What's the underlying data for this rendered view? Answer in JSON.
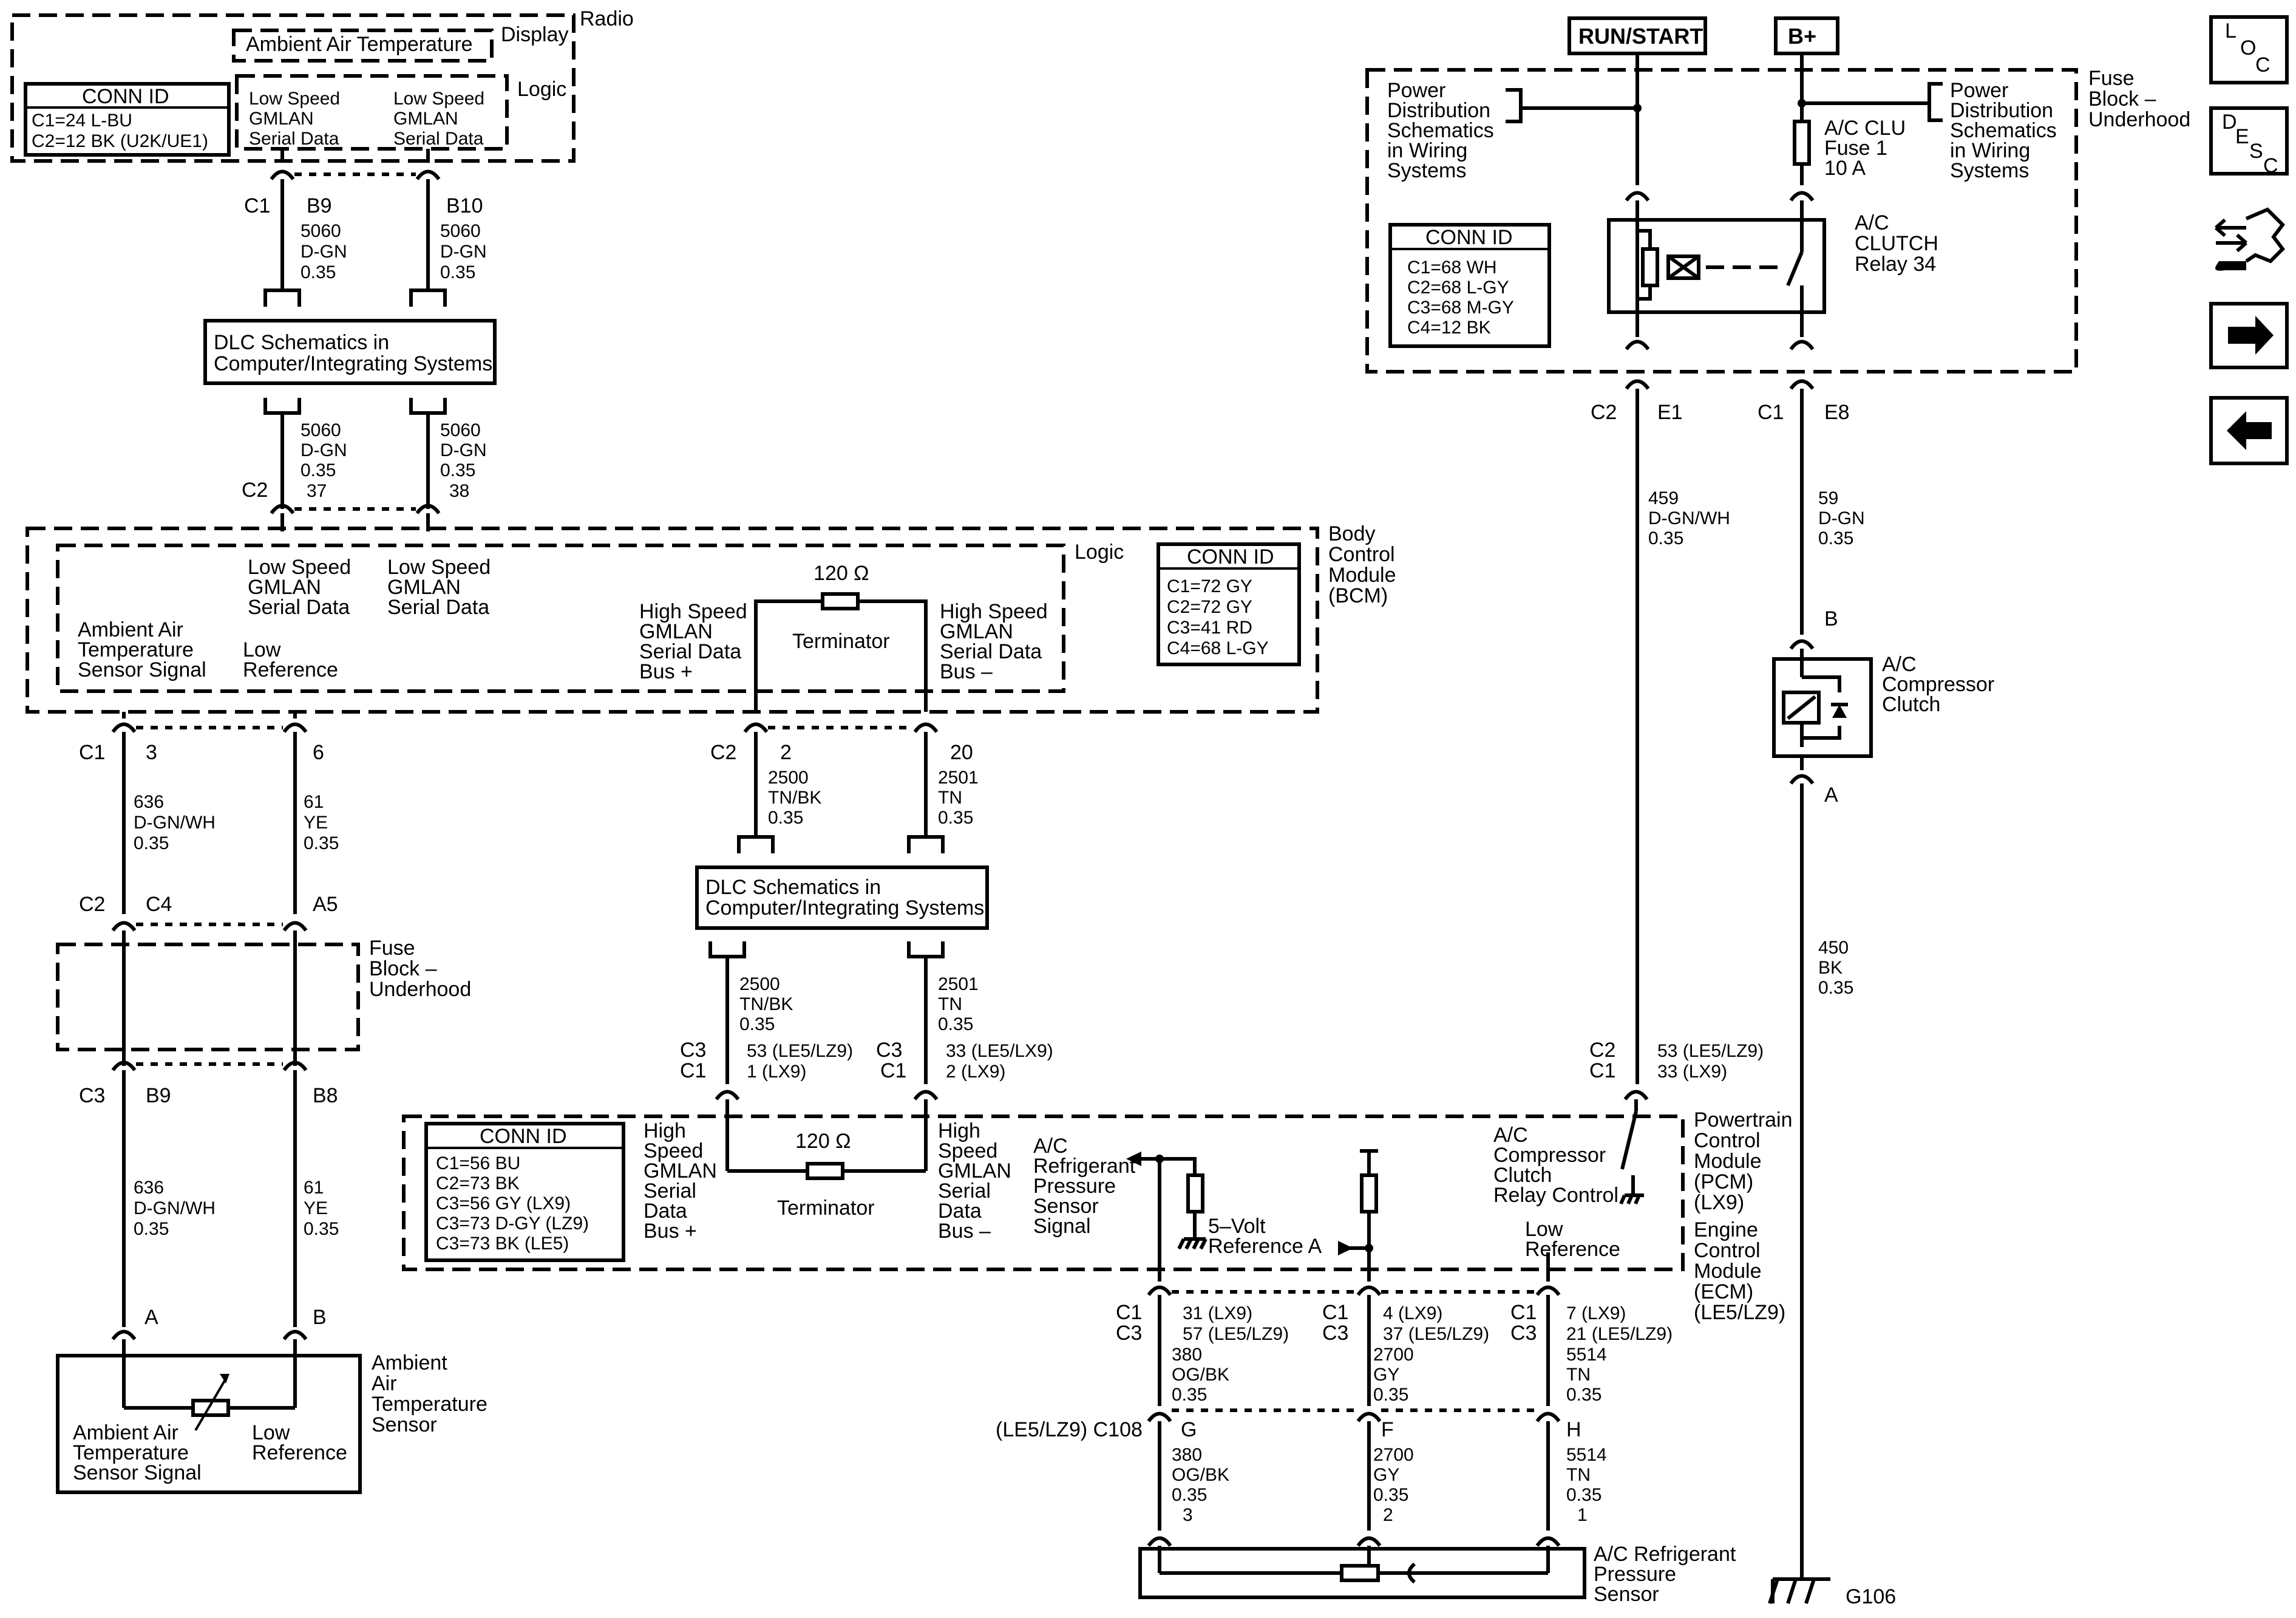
{
  "radio": {
    "title": "Radio",
    "display_label": "Display",
    "logic_label": "Logic",
    "ambient_label": "Ambient Air Temperature",
    "gmlan_left": [
      "Low Speed",
      "GMLAN",
      "Serial Data"
    ],
    "gmlan_right": [
      "Low Speed",
      "GMLAN",
      "Serial Data"
    ],
    "conn_id": {
      "header": "CONN ID",
      "rows": [
        "C1=24 L-BU",
        "C2=12 BK (U2K/UE1)"
      ]
    },
    "conn_c1": "C1",
    "pin_b9": "B9",
    "pin_b10": "B10",
    "wire_left": [
      "5060",
      "D-GN",
      "0.35"
    ],
    "wire_right": [
      "5060",
      "D-GN",
      "0.35"
    ]
  },
  "dlc_top": {
    "lines": [
      "DLC Schematics in",
      "Computer/Integrating Systems"
    ]
  },
  "dlc_top_wires": {
    "left": [
      "5060",
      "D-GN",
      "0.35"
    ],
    "right": [
      "5060",
      "D-GN",
      "0.35"
    ],
    "conn": "C2",
    "pin_left": "37",
    "pin_right": "38"
  },
  "bcm": {
    "title": [
      "Body",
      "Control",
      "Module",
      "(BCM)"
    ],
    "logic_label": "Logic",
    "gmlan_left": [
      "Low Speed",
      "GMLAN",
      "Serial Data"
    ],
    "gmlan_right": [
      "Low Speed",
      "GMLAN",
      "Serial Data"
    ],
    "ambient_signal": [
      "Ambient Air",
      "Temperature",
      "Sensor Signal"
    ],
    "low_reference": [
      "Low",
      "Reference"
    ],
    "hs_plus": [
      "High Speed",
      "GMLAN",
      "Serial Data",
      "Bus +"
    ],
    "hs_minus": [
      "High Speed",
      "GMLAN",
      "Serial Data",
      "Bus –"
    ],
    "resistor_value": "120 Ω",
    "terminator": "Terminator",
    "conn_id": {
      "header": "CONN ID",
      "rows": [
        "C1=72 GY",
        "C2=72 GY",
        "C3=41 RD",
        "C4=68 L-GY"
      ]
    }
  },
  "bcm_lower": {
    "c1": "C1",
    "pin3": "3",
    "pin6": "6",
    "wire_left": [
      "636",
      "D-GN/WH",
      "0.35"
    ],
    "wire_right": [
      "61",
      "YE",
      "0.35"
    ],
    "c2": "C2",
    "pin2": "2",
    "pin20": "20",
    "wire_hs_left": [
      "2500",
      "TN/BK",
      "0.35"
    ],
    "wire_hs_right": [
      "2501",
      "TN",
      "0.35"
    ]
  },
  "fuse_block_left": {
    "title": [
      "Fuse",
      "Block –",
      "Underhood"
    ],
    "top_conn": "C2",
    "top_c4": "C4",
    "top_a5": "A5",
    "bot_conn": "C3",
    "bot_b9": "B9",
    "bot_b8": "B8",
    "wire_left": [
      "636",
      "D-GN/WH",
      "0.35"
    ],
    "wire_right": [
      "61",
      "YE",
      "0.35"
    ]
  },
  "ambient_sensor": {
    "title": [
      "Ambient",
      "Air",
      "Temperature",
      "Sensor"
    ],
    "pin_a": "A",
    "pin_b": "B",
    "signal": [
      "Ambient Air",
      "Temperature",
      "Sensor Signal"
    ],
    "low_ref": [
      "Low",
      "Reference"
    ]
  },
  "dlc_mid": {
    "lines": [
      "DLC Schematics in",
      "Computer/Integrating Systems"
    ],
    "wire_left": [
      "2500",
      "TN/BK",
      "0.35"
    ],
    "wire_right": [
      "2501",
      "TN",
      "0.35"
    ],
    "c3_left": "C3",
    "c1_left": "C1",
    "pin_left": [
      "53 (LE5/LZ9)",
      "1 (LX9)"
    ],
    "c3_right": "C3",
    "c1_right": "C1",
    "pin_right": [
      "33 (LE5/LX9)",
      "2 (LX9)"
    ]
  },
  "pcm": {
    "title_pcm": [
      "Powertrain",
      "Control",
      "Module",
      "(PCM)",
      "(LX9)"
    ],
    "title_ecm": [
      "Engine",
      "Control",
      "Module",
      "(ECM)",
      "(LE5/LZ9)"
    ],
    "conn_id": {
      "header": "CONN ID",
      "rows": [
        "C1=56 BU",
        "C2=73 BK",
        "C3=56 GY (LX9)",
        "C3=73 D-GY (LZ9)",
        "C3=73 BK (LE5)"
      ]
    },
    "hs_plus": [
      "High",
      "Speed",
      "GMLAN",
      "Serial",
      "Data",
      "Bus +"
    ],
    "hs_minus": [
      "High",
      "Speed",
      "GMLAN",
      "Serial",
      "Data",
      "Bus –"
    ],
    "resistor_value": "120 Ω",
    "terminator": "Terminator",
    "ac_ref_signal": [
      "A/C",
      "Refrigerant",
      "Pressure",
      "Sensor",
      "Signal"
    ],
    "five_volt": [
      "5–Volt",
      "Reference A"
    ],
    "compressor_relay": [
      "A/C",
      "Compressor",
      "Clutch",
      "Relay Control"
    ],
    "low_reference": [
      "Low",
      "Reference"
    ],
    "right_c2": "C2",
    "right_c1": "C1",
    "right_pin": [
      "53 (LE5/LZ9)",
      "33 (LX9)"
    ]
  },
  "pcm_lower": {
    "c1a": "C1",
    "c3a": "C3",
    "pin_a": [
      "31 (LX9)",
      "57 (LE5/LZ9)"
    ],
    "c1b": "C1",
    "c3b": "C3",
    "pin_b": [
      "4 (LX9)",
      "37 (LE5/LZ9)"
    ],
    "c1c": "C1",
    "c3c": "C3",
    "pin_c": [
      "7 (LX9)",
      "21 (LE5/LZ9)"
    ],
    "wire_a": [
      "380",
      "OG/BK",
      "0.35"
    ],
    "wire_b": [
      "2700",
      "GY",
      "0.35"
    ],
    "wire_c": [
      "5514",
      "TN",
      "0.35"
    ],
    "c108_label": "(LE5/LZ9) C108",
    "pin_g": "G",
    "pin_f": "F",
    "pin_h": "H",
    "wire_a2": [
      "380",
      "OG/BK",
      "0.35",
      "3"
    ],
    "wire_b2": [
      "2700",
      "GY",
      "0.35",
      "2"
    ],
    "wire_c2": [
      "5514",
      "TN",
      "0.35",
      "1"
    ],
    "sensor_title": [
      "A/C Refrigerant",
      "Pressure",
      "Sensor"
    ]
  },
  "fuse_block_right": {
    "run_start": "RUN/START",
    "b_plus": "B+",
    "title": [
      "Fuse",
      "Block –",
      "Underhood"
    ],
    "power_dist_left": [
      "Power",
      "Distribution",
      "Schematics",
      "in Wiring",
      "Systems"
    ],
    "power_dist_right": [
      "Power",
      "Distribution",
      "Schematics",
      "in Wiring",
      "Systems"
    ],
    "fuse": [
      "A/C CLU",
      "Fuse 1",
      "10 A"
    ],
    "relay": [
      "A/C",
      "CLUTCH",
      "Relay 34"
    ],
    "conn_id": {
      "header": "CONN ID",
      "rows": [
        "C1=68 WH",
        "C2=68 L-GY",
        "C3=68 M-GY",
        "C4=12 BK"
      ]
    },
    "c2": "C2",
    "e1": "E1",
    "c1": "C1",
    "e8": "E8",
    "wire_left": [
      "459",
      "D-GN/WH",
      "0.35"
    ],
    "wire_right": [
      "59",
      "D-GN",
      "0.35"
    ]
  },
  "compressor": {
    "pin_b": "B",
    "title": [
      "A/C",
      "Compressor",
      "Clutch"
    ],
    "pin_a": "A",
    "wire": [
      "450",
      "BK",
      "0.35"
    ],
    "ground": "G106"
  },
  "nav": {
    "loc": [
      "L",
      "O",
      "C"
    ],
    "desc": [
      "D",
      "E",
      "S",
      "C"
    ]
  }
}
